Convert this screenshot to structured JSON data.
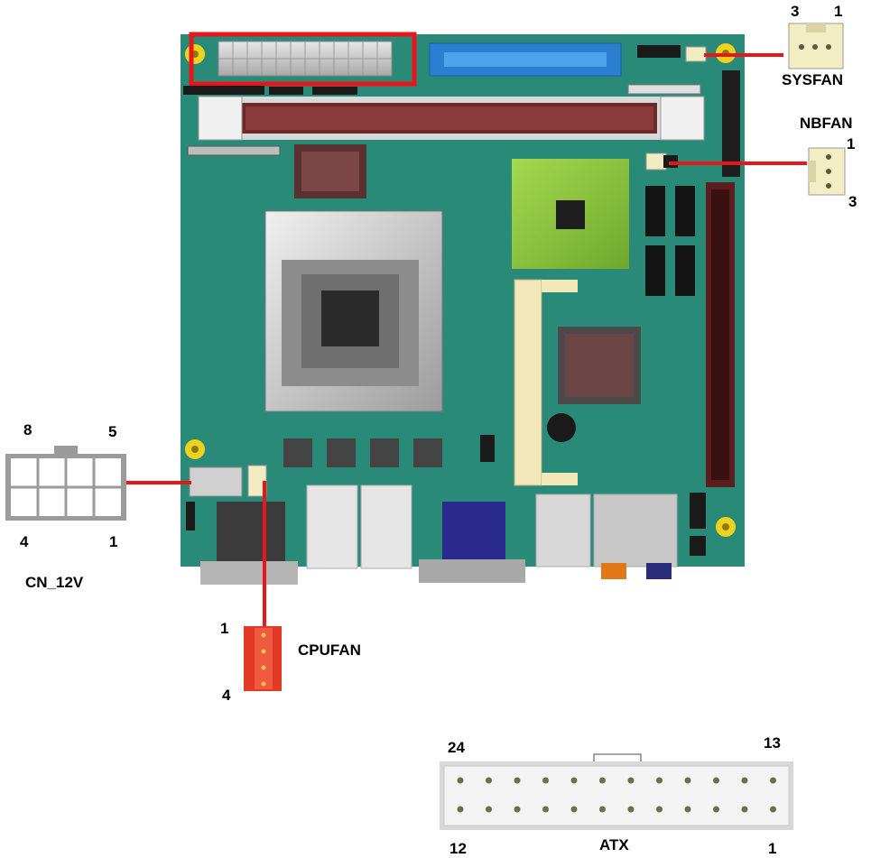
{
  "labels": {
    "sysfan": "SYSFAN",
    "sysfan_pin_left": "3",
    "sysfan_pin_right": "1",
    "nbfan": "NBFAN",
    "nbfan_pin_top": "1",
    "nbfan_pin_bottom": "3",
    "cn12v": "CN_12V",
    "cn12v_pin_top_left": "8",
    "cn12v_pin_top_right": "5",
    "cn12v_pin_bottom_left": "4",
    "cn12v_pin_bottom_right": "1",
    "cpufan": "CPUFAN",
    "cpufan_pin_top": "1",
    "cpufan_pin_bottom": "4",
    "atx": "ATX",
    "atx_pin_top_left": "24",
    "atx_pin_top_right": "13",
    "atx_pin_bottom_left": "12",
    "atx_pin_bottom_right": "1"
  },
  "colors": {
    "board": "#2a8a78",
    "callout": "#e8161b",
    "connector_cream": "#f3edc4",
    "cpufan_red": "#e23a24",
    "chipset_green": "#8cc63e"
  }
}
